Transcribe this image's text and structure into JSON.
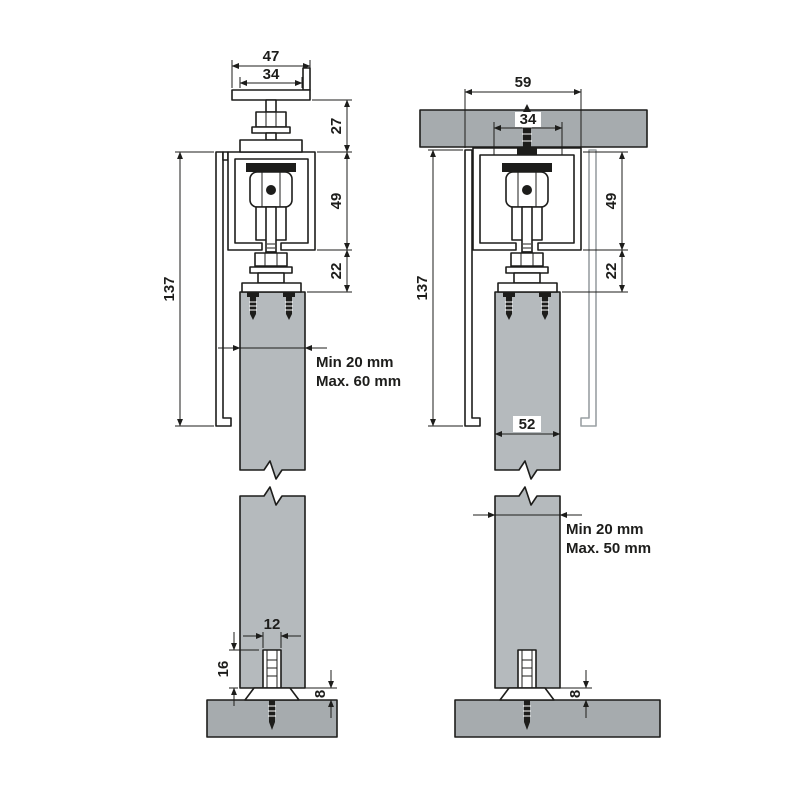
{
  "drawing": {
    "type": "sliding-door-hardware-cross-section",
    "colors": {
      "line": "#1d1d1b",
      "door_fill": "#b5babd",
      "slab_fill": "#a6abae",
      "optional_part_stroke": "#9aa0a3"
    }
  },
  "left_view": {
    "dims": {
      "bracket_width": "47",
      "bracket_inner_width": "34",
      "bracket_height": "27",
      "track_height": "49",
      "hanger_height": "22",
      "profile_height": "137",
      "guide_width": "12",
      "guide_height": "16",
      "floor_gap": "8"
    },
    "door_note": {
      "line1": "Min 20 mm",
      "line2": "Max. 60 mm"
    }
  },
  "right_view": {
    "dims": {
      "overall_width": "59",
      "mount_channel_width": "34",
      "track_height": "49",
      "hanger_height": "22",
      "profile_height": "137",
      "cover_width": "52",
      "floor_gap": "8"
    },
    "door_note": {
      "line1": "Min 20 mm",
      "line2": "Max. 50 mm"
    }
  }
}
